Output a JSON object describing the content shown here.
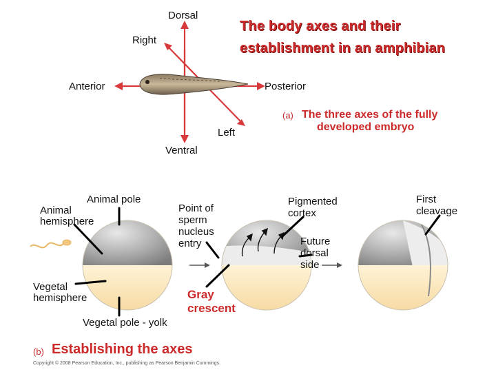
{
  "title_line1": "The body axes and their",
  "title_line2": "establishment in an amphibian",
  "axes": {
    "dorsal": "Dorsal",
    "ventral": "Ventral",
    "right": "Right",
    "left": "Left",
    "anterior": "Anterior",
    "posterior": "Posterior"
  },
  "caption_a": {
    "letter": "(a)",
    "line1": "The three axes of the fully",
    "line2": "developed embryo"
  },
  "labels": {
    "animal_pole": "Animal pole",
    "animal_hemisphere_1": "Animal",
    "animal_hemisphere_2": "hemisphere",
    "vegetal_hemisphere_1": "Vegetal",
    "vegetal_hemisphere_2": "hemisphere",
    "vegetal_pole": "Vegetal pole - yolk",
    "sperm_1": "Point of",
    "sperm_2": "sperm",
    "sperm_3": "nucleus",
    "sperm_4": "entry",
    "gray_1": "Gray",
    "gray_2": "crescent",
    "pigmented_1": "Pigmented",
    "pigmented_2": "cortex",
    "future_1": "Future",
    "future_2": "dorsal",
    "future_3": "side",
    "first_1": "First",
    "first_2": "cleavage"
  },
  "caption_b": {
    "letter": "(b)",
    "text": "Establishing the axes"
  },
  "copyright": "Copyright © 2008 Pearson Education, Inc., publishing as Pearson Benjamin Cummings."
}
